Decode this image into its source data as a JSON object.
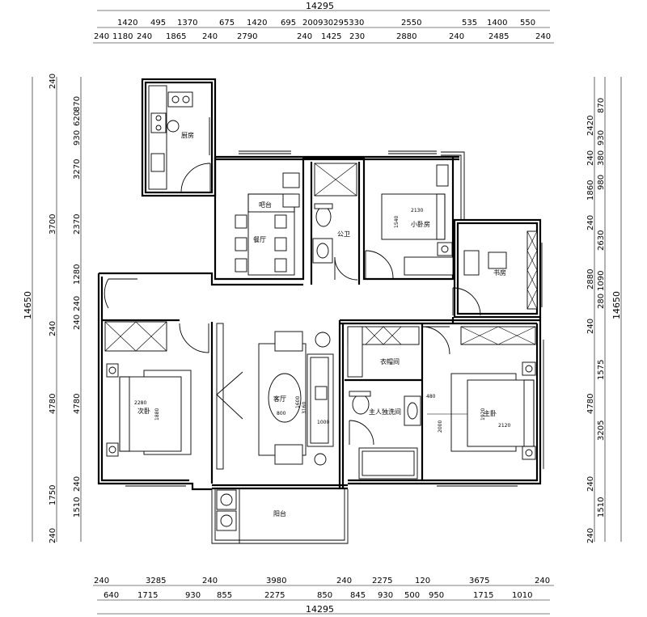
{
  "dimensions": {
    "top_total": "14295",
    "top_row1": [
      "1420",
      "495",
      "1370",
      "675",
      "1420",
      "695",
      "200930295330",
      "2550",
      "535",
      "1400",
      "550"
    ],
    "top_row2": [
      "240",
      "1180",
      "240",
      "1865",
      "240",
      "2790",
      "240",
      "1425",
      "230",
      "2880",
      "240",
      "2485",
      "240"
    ],
    "bottom_row1": [
      "240",
      "3285",
      "240",
      "3980",
      "240",
      "2275",
      "120",
      "3675",
      "240"
    ],
    "bottom_row2": [
      "640",
      "1715",
      "930",
      "855",
      "2275",
      "850",
      "845",
      "930",
      "500",
      "950",
      "1715",
      "1010"
    ],
    "bottom_total": "14295",
    "left_total": "14650",
    "left_col1": [
      "240",
      "3700",
      "240",
      "4780",
      "1750",
      "240"
    ],
    "left_col2": [
      "870",
      "620",
      "930",
      "3270",
      "2370",
      "1280",
      "240",
      "240",
      "4780",
      "240",
      "1510"
    ],
    "right_total": "14650",
    "right_col1": [
      "2420",
      "240",
      "1860",
      "240",
      "2880",
      "240",
      "4780",
      "240",
      "240"
    ],
    "right_col2": [
      "870",
      "380",
      "930",
      "980",
      "2630",
      "1090",
      "280",
      "1575",
      "3205",
      "1510"
    ]
  },
  "rooms": {
    "kitchen": "厨房",
    "bar": "吧台",
    "dining": "餐厅",
    "public_bath": "公卫",
    "small_bedroom": "小卧房",
    "study": "书房",
    "living": "客厅",
    "wardrobe": "衣帽间",
    "master_bath": "主人独洗间",
    "master_bedroom": "主卧",
    "second_bedroom": "次卧",
    "balcony": "阳台"
  },
  "annotations": {
    "small_bed_width": "2130",
    "small_bed_len": "1540",
    "second_bed_w": "2280",
    "second_bed_len": "1880",
    "coffee_w": "800",
    "sofa_a": "1600",
    "sofa_b": "3160",
    "sofa_c": "1000",
    "master_bed_a": "480",
    "master_bed_len": "1920",
    "master_bed_w": "2120",
    "master_bed_side": "2000"
  }
}
